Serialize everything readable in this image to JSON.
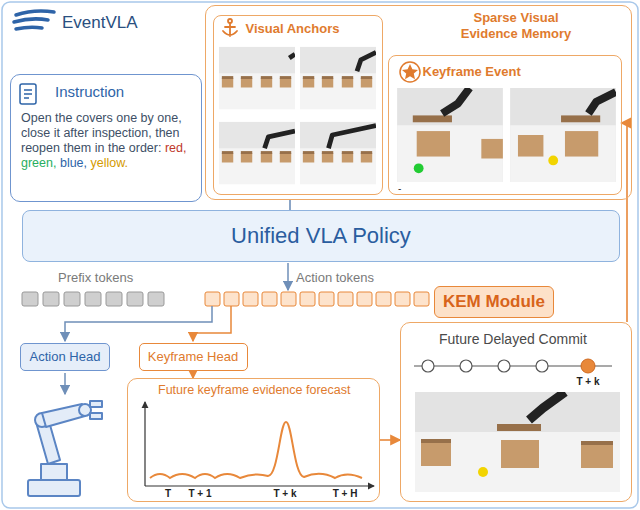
{
  "diagram": {
    "nodes": [
      {
        "text": [
          "Instruction",
          "Open the covers one by one, close it after inspection, then reopen them in the order: red, green, blue, yellow."
        ]
      },
      {
        "text": [
          "Sparse Visual Evidence Memory"
        ]
      },
      {
        "text": [
          "Visual Anchors"
        ],
        "in": 1
      },
      {
        "text": [
          "Keyframe Event"
        ],
        "in": 1
      },
      {
        "text": [
          "Unified VLA Policy"
        ]
      },
      {
        "text": [
          "KEM Module"
        ]
      },
      {
        "text": [
          "Action Head"
        ]
      },
      {
        "text": [
          "Keyframe Head"
        ]
      },
      {
        "text": [
          "Future Delayed Commit"
        ]
      },
      {
        "text": [
          "Future keyframe evidence forecast"
        ]
      }
    ],
    "edges": [
      {
        "from": 1,
        "to": 4,
        "arrow": "none"
      },
      {
        "from": 7,
        "to": 9,
        "arrow": "to"
      },
      {
        "from": 9,
        "to": 8,
        "arrow": "to"
      },
      {
        "from": 8,
        "to": 3,
        "arrow": "to"
      }
    ],
    "labels": [
      "EventVLA",
      "Prefix tokens",
      "Action tokens",
      "-",
      "T",
      "T + 1",
      "T + k",
      "T + H",
      "T + k"
    ]
  }
}
